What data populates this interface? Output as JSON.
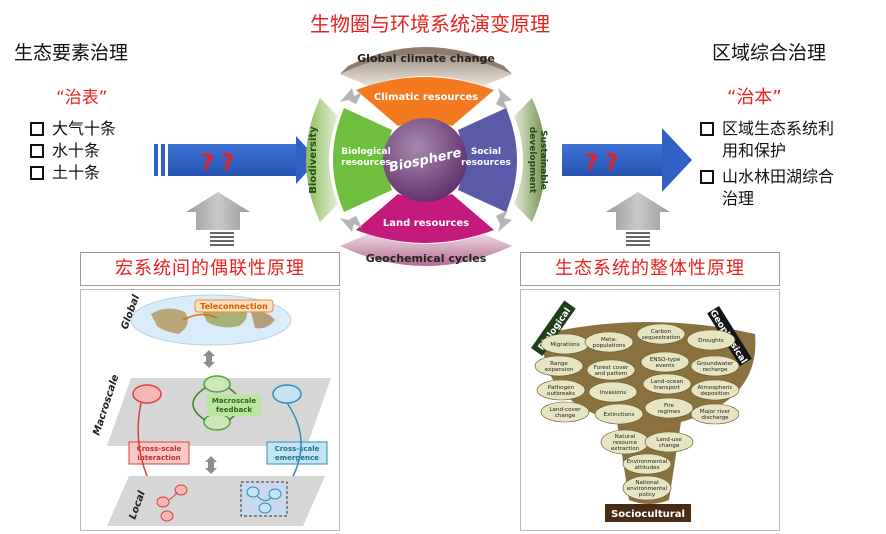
{
  "top_title": "生物圈与环境系统演变原理",
  "left": {
    "heading": "生态要素治理",
    "tag": "“治表”",
    "items": [
      "大气十条",
      "水十条",
      "土十条"
    ]
  },
  "right": {
    "heading": "区域综合治理",
    "tag": "“治本”",
    "items": [
      {
        "line1": "区域生态系统利",
        "line2": "用和保护"
      },
      {
        "line1": "山水林田湖综合",
        "line2": "治理"
      }
    ]
  },
  "question_marks": "? ?",
  "wheel": {
    "center": "Biosphere",
    "top": "Global climate change",
    "bottom": "Geochemical cycles",
    "left": "Biodiversity",
    "right_l1": "Sustainable",
    "right_l2": "development",
    "climatic": "Climatic resources",
    "land": "Land resources",
    "bio_l1": "Biological",
    "bio_l2": "resources",
    "soc_l1": "Social",
    "soc_l2": "resources",
    "colors": {
      "orange": "#f47a20",
      "green": "#6fbf3f",
      "blue": "#5b5aa8",
      "magenta": "#c41a7c",
      "center": "#6d3d7a"
    }
  },
  "lower_left": {
    "title": "宏系统间的偶联性原理",
    "global": "Global",
    "macroscale": "Macroscale",
    "local": "Local",
    "teleconnection": "Teleconnection",
    "feedback_l1": "Macroscale",
    "feedback_l2": "feedback",
    "cross_int_l1": "Cross-scale",
    "cross_int_l2": "interaction",
    "cross_em_l1": "Cross-scale",
    "cross_em_l2": "emergence"
  },
  "lower_right": {
    "title": "生态系统的整体性原理",
    "biological": "Biological",
    "geophysical": "Geophysical",
    "sociocultural": "Sociocultural",
    "ovals": [
      [
        "Migrations"
      ],
      [
        "Meta-",
        "populations"
      ],
      [
        "Carbon",
        "sequestration"
      ],
      [
        "Droughts"
      ],
      [
        "Range",
        "expansion"
      ],
      [
        "Forest cover",
        "and pattern"
      ],
      [
        "ENSO-type",
        "events"
      ],
      [
        "Groundwater",
        "recharge"
      ],
      [
        "Pathogen",
        "outbreaks"
      ],
      [
        "Invasions"
      ],
      [
        "Land-ocean",
        "transport"
      ],
      [
        "Atmospheric",
        "deposition"
      ],
      [
        "Land-cover",
        "change"
      ],
      [
        "Extinctions"
      ],
      [
        "Fire",
        "regimes"
      ],
      [
        "Major river",
        "discharge"
      ],
      [
        "Natural",
        "resource",
        "extraction"
      ],
      [
        "Land-use",
        "change"
      ],
      [
        "Environmental",
        "attitudes"
      ],
      [
        "National",
        "environmental",
        "policy"
      ]
    ]
  }
}
